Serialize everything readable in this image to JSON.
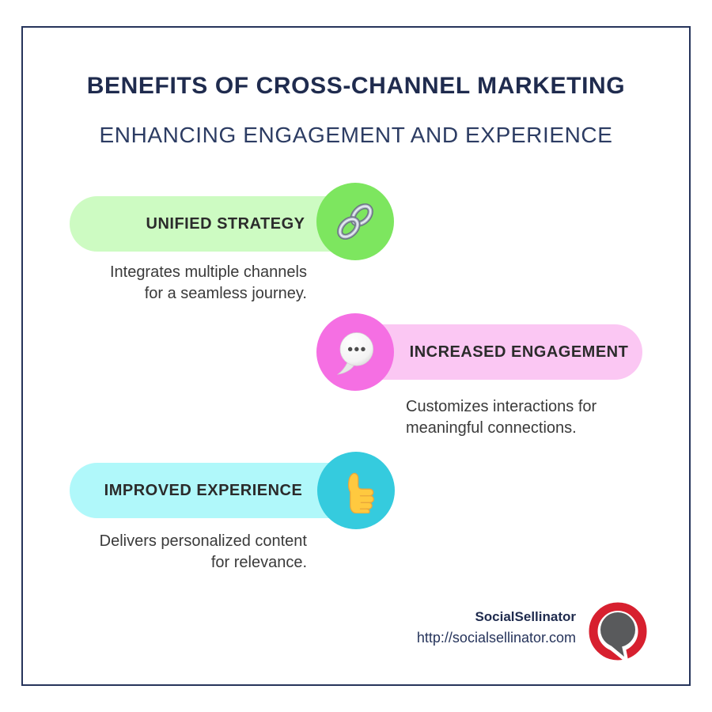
{
  "header": {
    "title": "BENEFITS OF CROSS-CHANNEL MARKETING",
    "subtitle": "ENHANCING ENGAGEMENT AND EXPERIENCE"
  },
  "benefits": [
    {
      "label": "UNIFIED STRATEGY",
      "description_lines": [
        "Integrates multiple channels",
        "for a seamless journey."
      ],
      "icon": "chain-link-icon",
      "icon_side": "right",
      "pill_color": "#CDFBC2",
      "circle_color": "#7DE65F"
    },
    {
      "label": "INCREASED ENGAGEMENT",
      "description_lines": [
        "Customizes interactions for",
        "meaningful connections."
      ],
      "icon": "speech-bubble-icon",
      "icon_side": "left",
      "pill_color": "#FBC7F3",
      "circle_color": "#F56FE3"
    },
    {
      "label": "IMPROVED EXPERIENCE",
      "description_lines": [
        "Delivers personalized content",
        "for relevance."
      ],
      "icon": "thumbs-up-icon",
      "icon_side": "right",
      "pill_color": "#B0F8FA",
      "circle_color": "#35CBDE"
    }
  ],
  "footer": {
    "brand": "SocialSellinator",
    "url": "http://socialsellinator.com",
    "logo": "speech-bubble-ring-logo",
    "logo_colors": {
      "ring": "#D7202F",
      "bubble": "#595A5C"
    }
  },
  "colors": {
    "frame_border": "#26345B",
    "title_text": "#1F2B4E",
    "subtitle_text": "#2C3C63",
    "label_text": "#2B2B2B",
    "body_text": "#3A3A3A",
    "background": "#FFFFFF"
  }
}
